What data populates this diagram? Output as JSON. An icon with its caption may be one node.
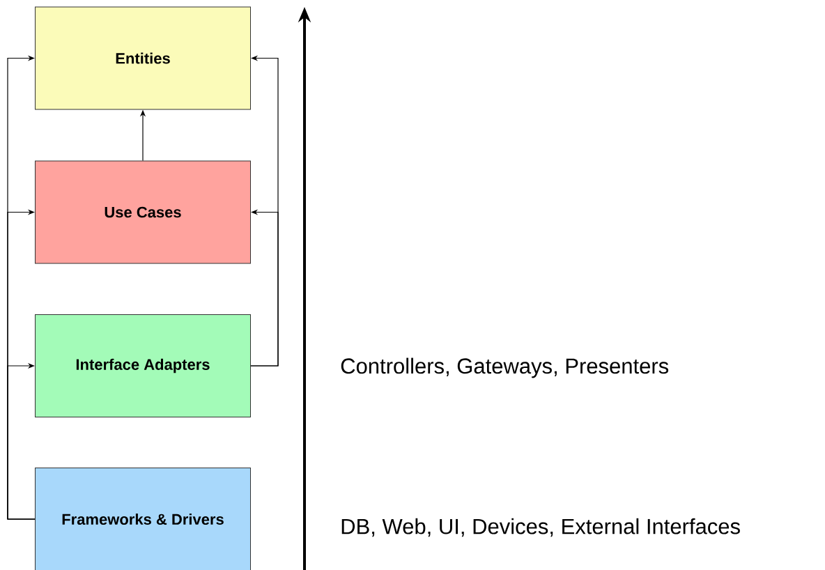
{
  "diagram": {
    "nodes": [
      {
        "text": [
          "Entities"
        ]
      },
      {
        "text": [
          "Use Cases"
        ]
      },
      {
        "text": [
          "Interface Adapters"
        ]
      },
      {
        "text": [
          "Frameworks & Drivers"
        ]
      }
    ],
    "edges": [
      {
        "from": 3,
        "to": 0,
        "arrow": "to"
      },
      {
        "from": 3,
        "to": 1,
        "arrow": "to"
      },
      {
        "from": 3,
        "to": 2,
        "arrow": "to"
      },
      {
        "from": 2,
        "to": 0,
        "arrow": "to"
      },
      {
        "from": 2,
        "to": 1,
        "arrow": "to"
      },
      {
        "from": 1,
        "to": 0,
        "arrow": "to"
      }
    ],
    "labels": [
      "Controllers, Gateways, Presenters",
      "DB, Web, UI, Devices, External Interfaces"
    ]
  }
}
